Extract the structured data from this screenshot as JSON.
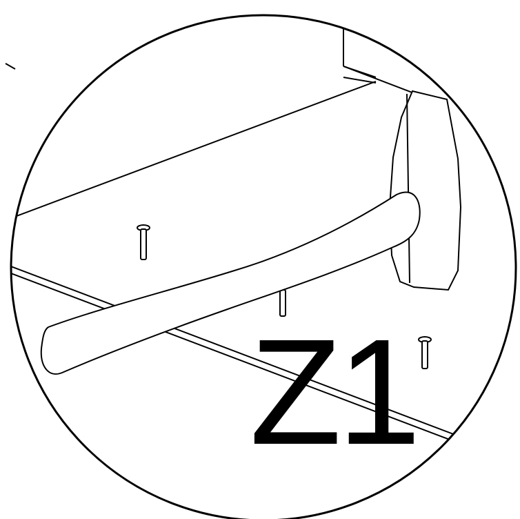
{
  "diagram": {
    "label": "Z1",
    "line_color": "#000000",
    "fill_color": "#ffffff",
    "parts": [
      "wooden-panel",
      "hammer",
      "nail"
    ]
  }
}
